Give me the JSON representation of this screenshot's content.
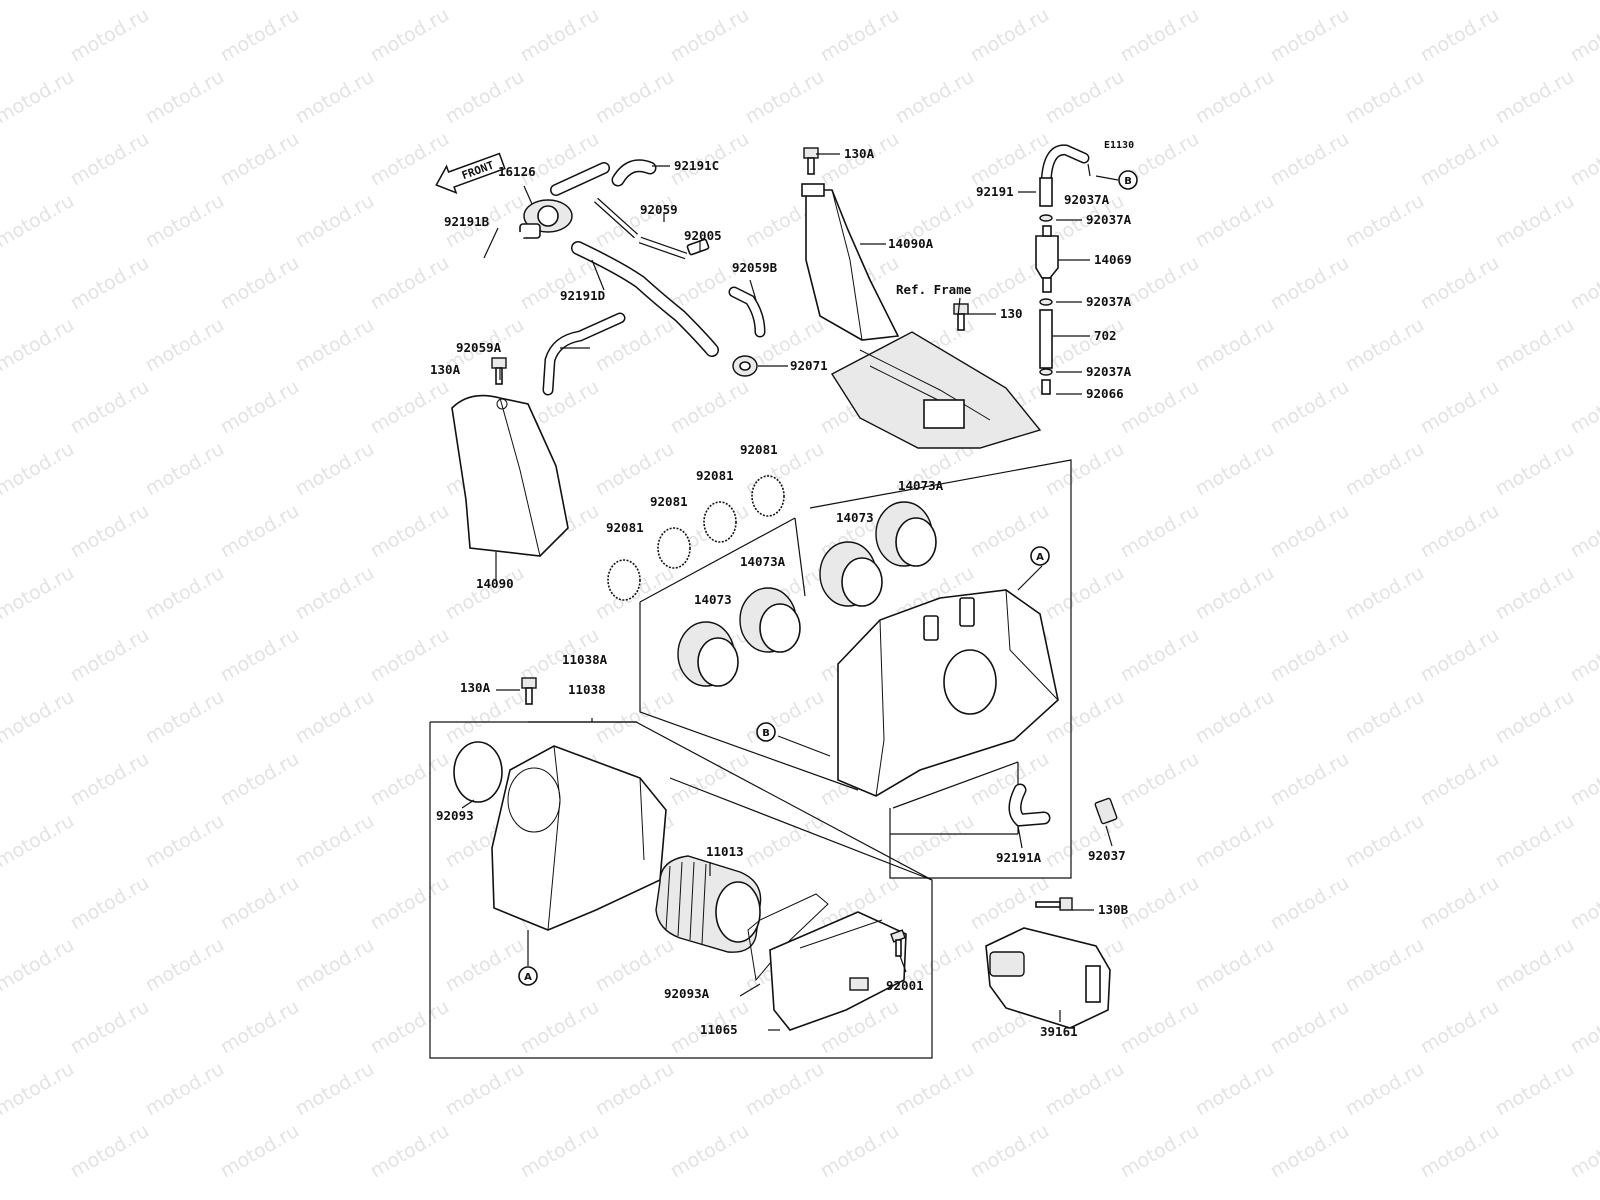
{
  "watermark": "motod.ru",
  "front_label": "FRONT",
  "ref_frame_label": "Ref. Frame",
  "callouts": {
    "c_130A_top": "130A",
    "c_130A_left": "130A",
    "c_130A_mid": "130A",
    "c_130": "130",
    "c_130B": "130B",
    "c_702": "702",
    "c_11013": "11013",
    "c_11038": "11038",
    "c_11038A": "11038A",
    "c_11065": "11065",
    "c_14069": "14069",
    "c_14073_a": "14073",
    "c_14073_b": "14073",
    "c_14073A_a": "14073A",
    "c_14073A_b": "14073A",
    "c_14090": "14090",
    "c_14090A": "14090A",
    "c_16126": "16126",
    "c_39161": "39161",
    "c_92001": "92001",
    "c_92005": "92005",
    "c_92037": "92037",
    "c_92037A_1": "92037A",
    "c_92037A_2": "92037A",
    "c_92037A_3": "92037A",
    "c_92037A_4": "92037A",
    "c_92059": "92059",
    "c_92059A": "92059A",
    "c_92059B": "92059B",
    "c_92066": "92066",
    "c_92071": "92071",
    "c_92081_1": "92081",
    "c_92081_2": "92081",
    "c_92081_3": "92081",
    "c_92081_4": "92081",
    "c_92093": "92093",
    "c_92093A": "92093A",
    "c_92191": "92191",
    "c_92191A": "92191A",
    "c_92191B": "92191B",
    "c_92191C": "92191C",
    "c_92191D": "92191D",
    "c_E1130": "E1130",
    "c_ref_A_1": "A",
    "c_ref_A_2": "A",
    "c_ref_B_1": "B",
    "c_ref_B_2": "B"
  }
}
